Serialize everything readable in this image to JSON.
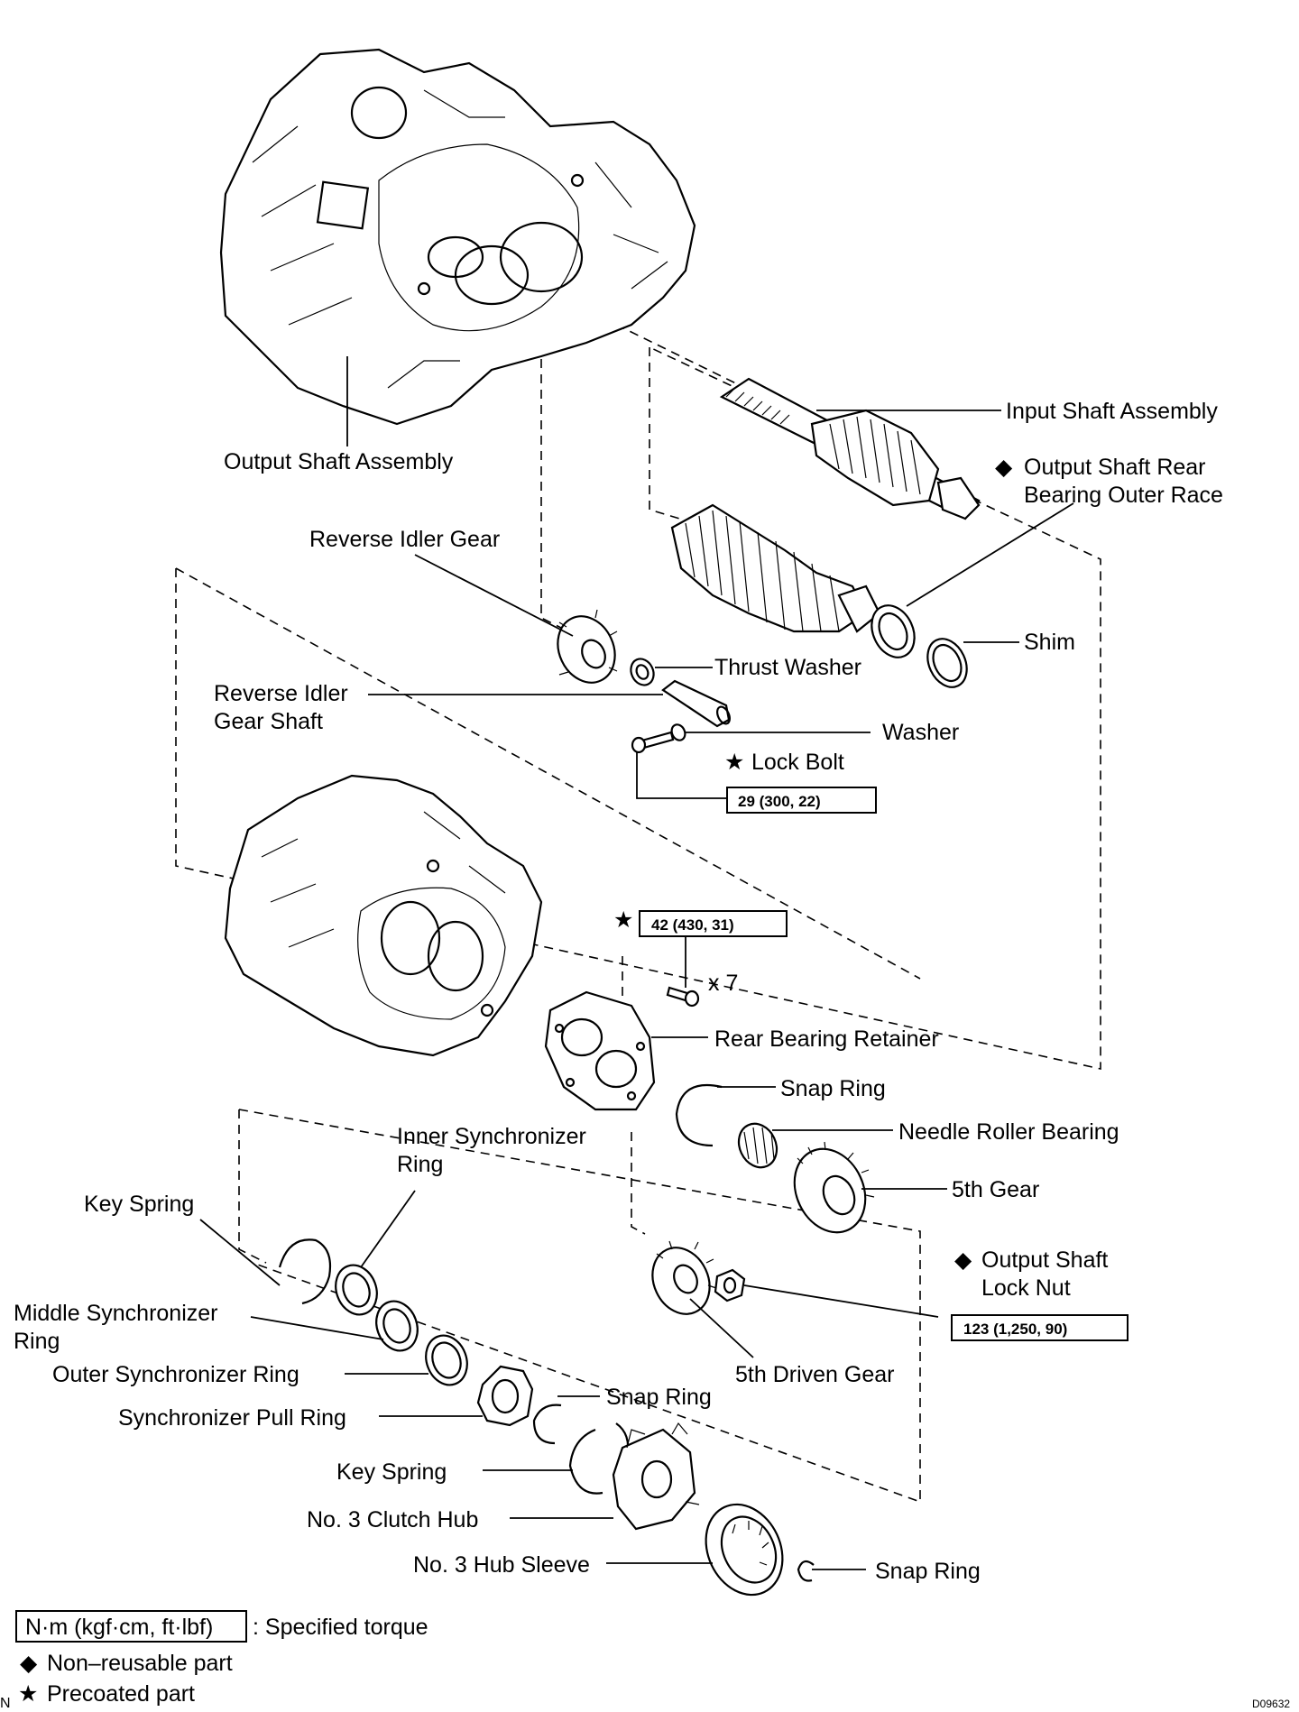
{
  "labels": {
    "input_shaft_assembly": "Input Shaft Assembly",
    "output_shaft_rear_bearing_outer_race_1": "Output Shaft Rear",
    "output_shaft_rear_bearing_outer_race_2": "Bearing Outer Race",
    "output_shaft_assembly": "Output Shaft Assembly",
    "reverse_idler_gear": "Reverse Idler Gear",
    "shim": "Shim",
    "thrust_washer": "Thrust Washer",
    "reverse_idler_gear_shaft_1": "Reverse Idler",
    "reverse_idler_gear_shaft_2": "Gear Shaft",
    "washer": "Washer",
    "lock_bolt": "Lock Bolt",
    "times_seven": "x 7",
    "rear_bearing_retainer": "Rear Bearing Retainer",
    "snap_ring_upper": "Snap Ring",
    "needle_roller_bearing": "Needle Roller Bearing",
    "inner_synchronizer_ring_1": "Inner  Synchronizer",
    "inner_synchronizer_ring_2": "Ring",
    "fifth_gear": "5th Gear",
    "key_spring_upper": "Key Spring",
    "output_shaft_lock_nut_1": "Output Shaft",
    "output_shaft_lock_nut_2": "Lock Nut",
    "middle_synchronizer_ring_1": "Middle Synchronizer",
    "middle_synchronizer_ring_2": "Ring",
    "outer_synchronizer_ring": "Outer Synchronizer Ring",
    "fifth_driven_gear": "5th Driven Gear",
    "snap_ring_middle": "Snap Ring",
    "synchronizer_pull_ring": "Synchronizer Pull Ring",
    "key_spring_lower": "Key Spring",
    "no3_clutch_hub": "No. 3 Clutch Hub",
    "no3_hub_sleeve": "No. 3 Hub Sleeve",
    "snap_ring_lower": "Snap Ring"
  },
  "torques": {
    "lock_bolt": "29 (300, 22)",
    "retainer_bolts": "42 (430, 31)",
    "lock_nut": "123 (1,250, 90)"
  },
  "symbols": {
    "non_reusable": "◆",
    "precoated": "★"
  },
  "legend": {
    "torque_unit": "N·m (kgf·cm, ft·lbf)",
    "torque_desc": ": Specified torque",
    "non_reusable": "Non–reusable part",
    "precoated": "Precoated part",
    "corner_mark": "N"
  },
  "figure_code": "D09632"
}
